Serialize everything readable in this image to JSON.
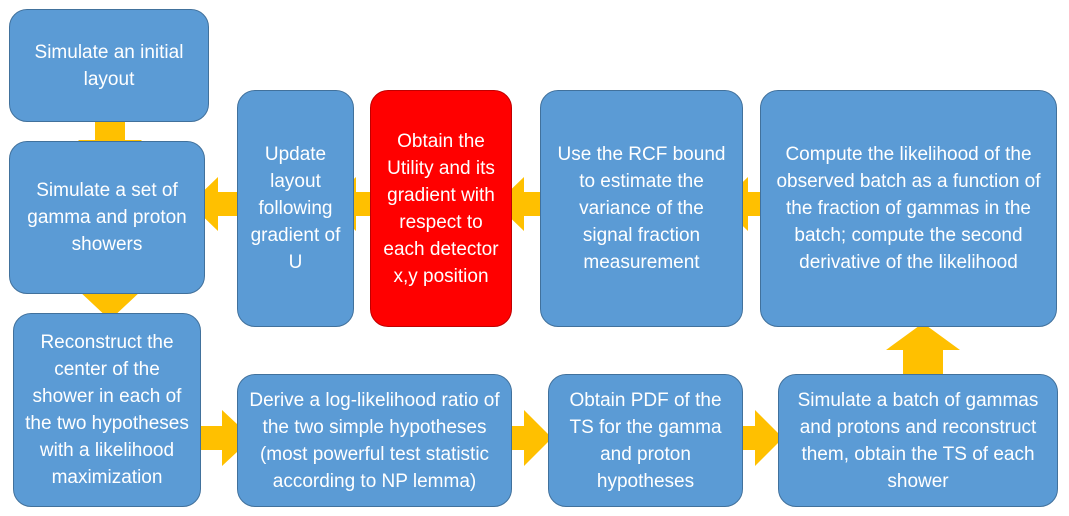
{
  "boxes": {
    "simulate_initial": "Simulate an initial layout",
    "simulate_showers": "Simulate a set of gamma and proton showers",
    "update_layout": "Update layout following gradient of U",
    "obtain_utility": "Obtain the Utility and its gradient with respect to each detector x,y position",
    "use_rcf": "Use the RCF bound to estimate the variance of the signal fraction measurement",
    "compute_likelihood": "Compute the likelihood of the observed batch as a function of the fraction of gammas in the batch; compute the second derivative of the likelihood",
    "reconstruct_center": "Reconstruct the center of the shower in each of the two hypotheses with a likelihood maximization",
    "derive_llr": "Derive a log-likelihood ratio of the two simple hypotheses (most powerful test statistic according to NP lemma)",
    "obtain_pdf": "Obtain PDF of the TS for the gamma and proton hypotheses",
    "simulate_batch": "Simulate a batch of gammas and protons and reconstruct them, obtain the TS of each shower"
  },
  "colors": {
    "box_fill": "#5b9bd5",
    "box_border": "#41719c",
    "highlight_fill": "#ff0000",
    "arrow_fill": "#ffc000"
  }
}
